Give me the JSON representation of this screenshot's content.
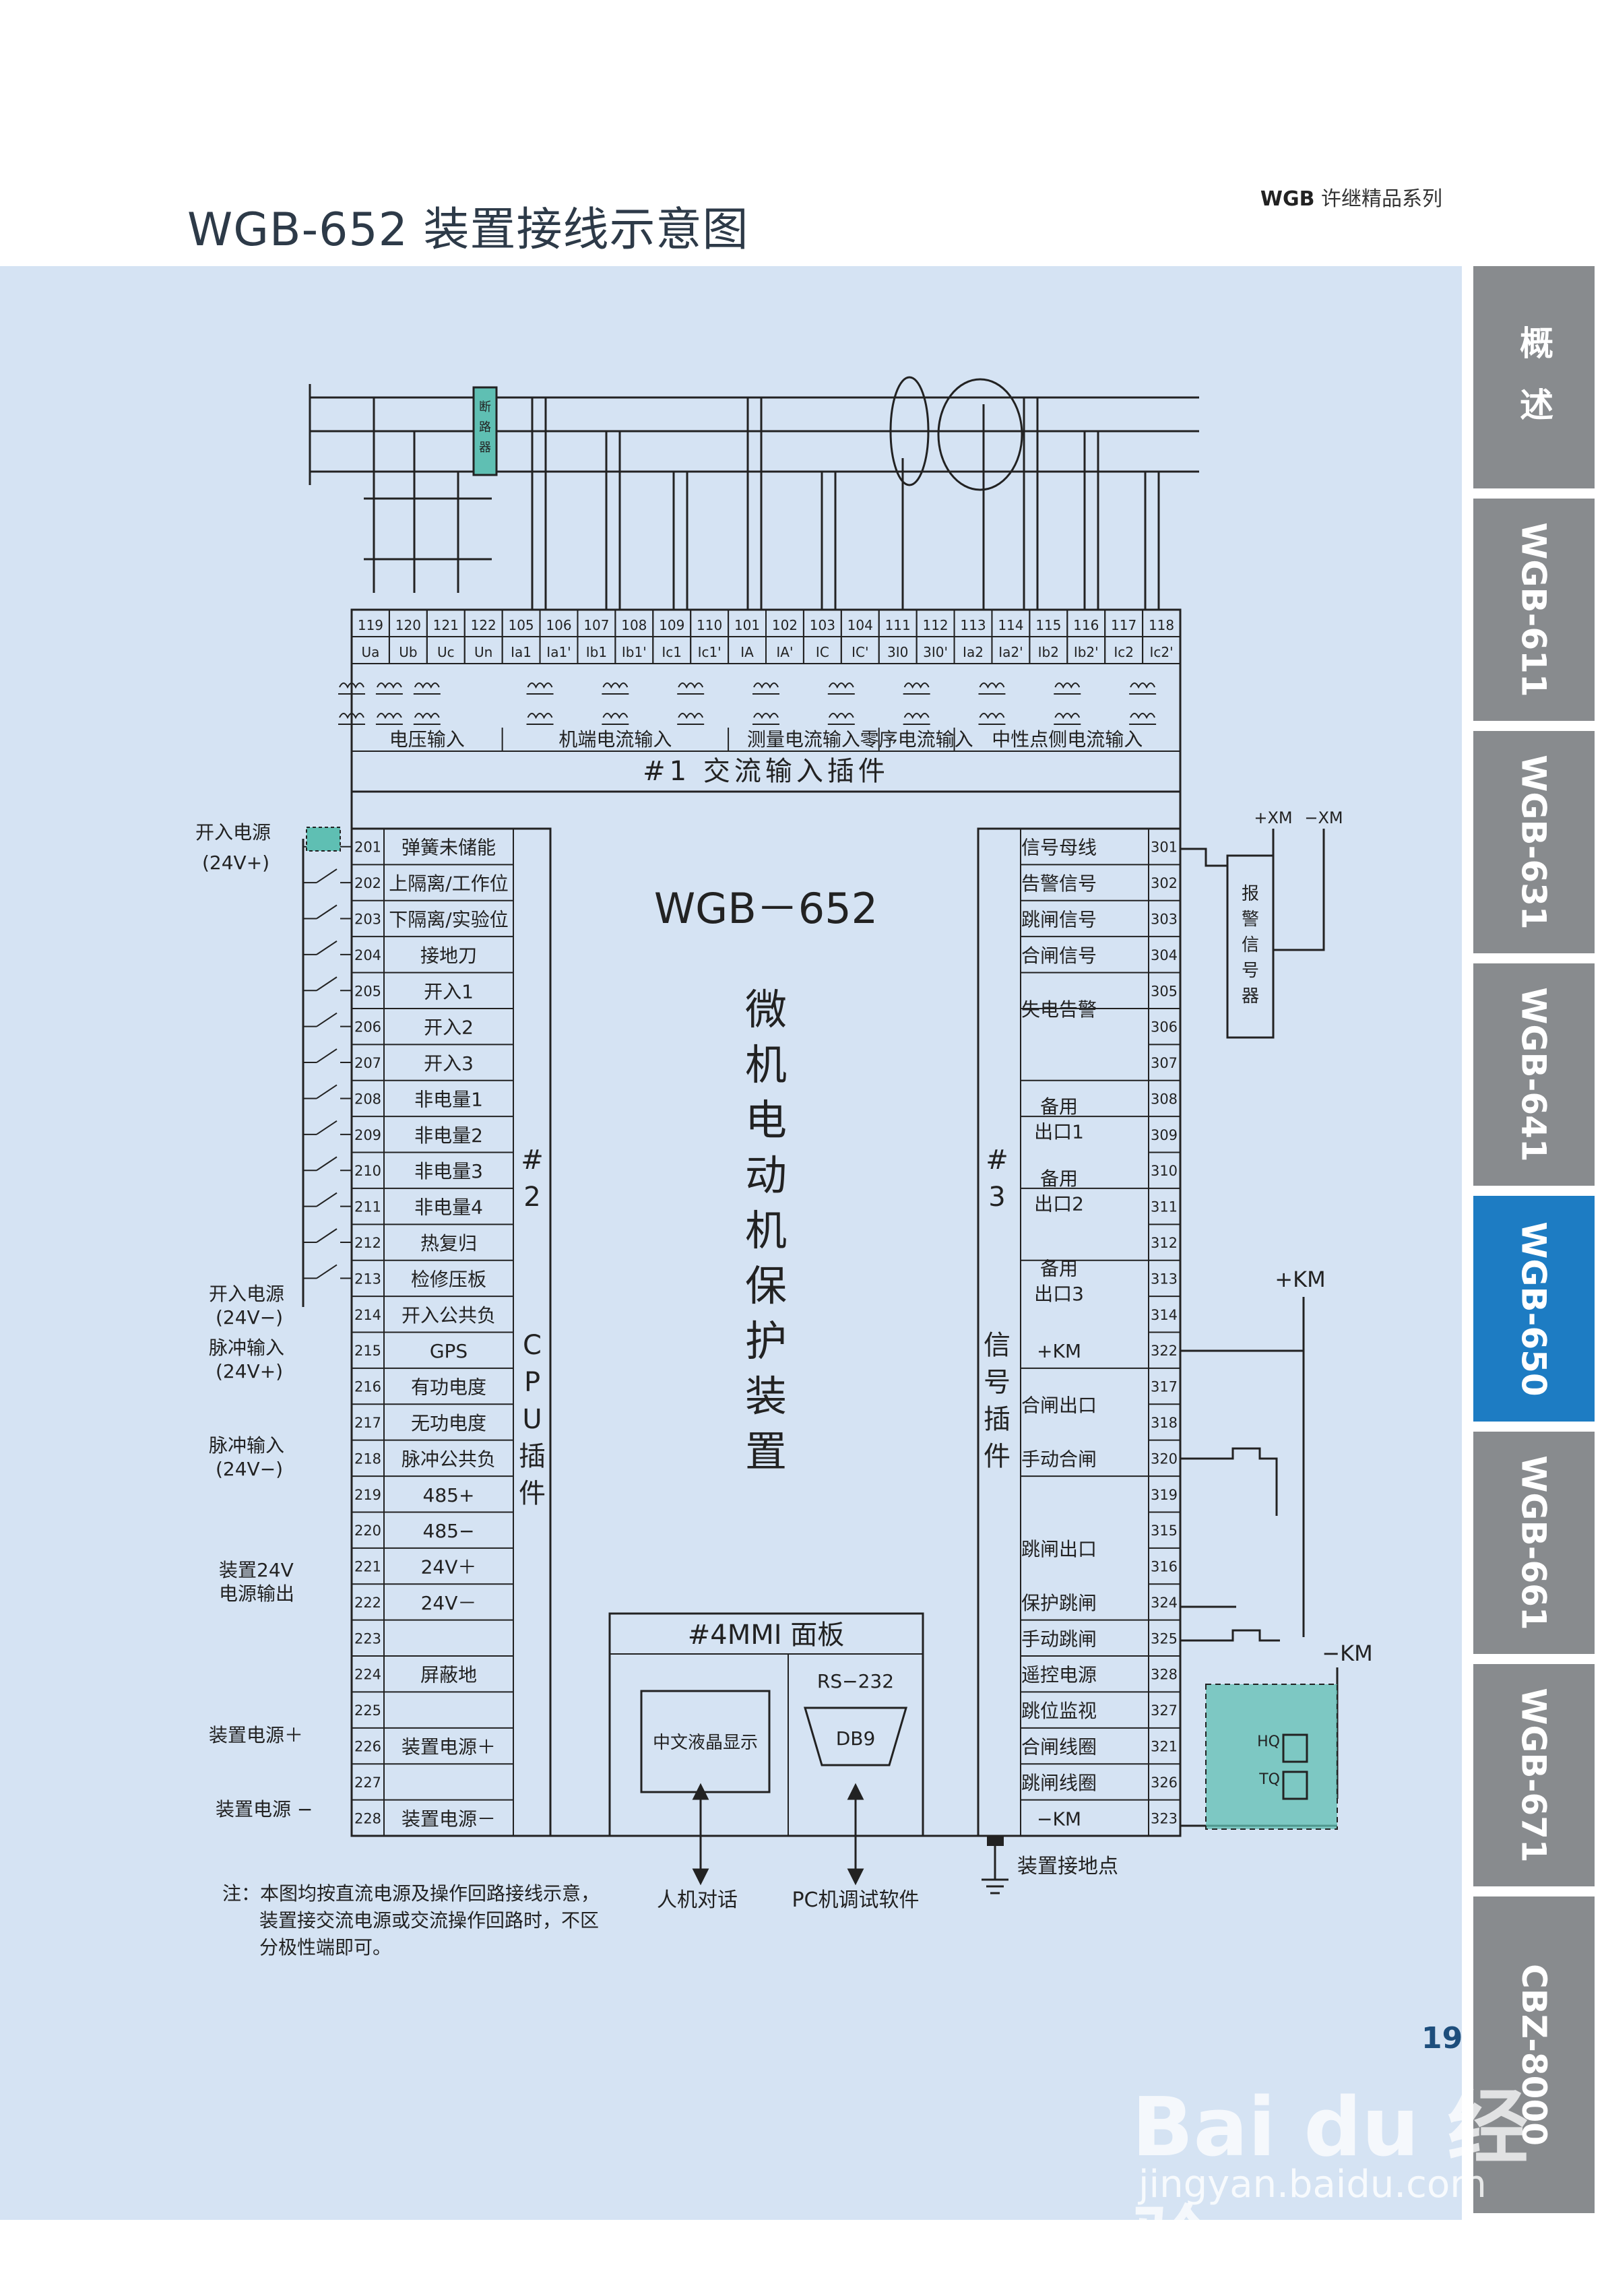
{
  "header": {
    "series_brand": "WGB",
    "series_label": "许继精品系列",
    "title": "WGB-652 装置接线示意图"
  },
  "tabs": [
    {
      "label": "概 述",
      "active": false
    },
    {
      "label": "WGB-611",
      "active": false
    },
    {
      "label": "WGB-631",
      "active": false
    },
    {
      "label": "WGB-641",
      "active": false
    },
    {
      "label": "WGB-650",
      "active": true
    },
    {
      "label": "WGB-661",
      "active": false
    },
    {
      "label": "WGB-671",
      "active": false
    },
    {
      "label": "CBZ-8000",
      "active": false
    }
  ],
  "colors": {
    "panel_bg": "#d5e3f3",
    "tab_gray": "#888b8e",
    "tab_active": "#1d7cc3",
    "teal": "#5fbfb3",
    "line": "#222222"
  },
  "diagram": {
    "breaker_label": "断路器",
    "top_terminals": [
      {
        "num": "119",
        "sig": "Ua"
      },
      {
        "num": "120",
        "sig": "Ub"
      },
      {
        "num": "121",
        "sig": "Uc"
      },
      {
        "num": "122",
        "sig": "Un"
      },
      {
        "num": "105",
        "sig": "Ia1"
      },
      {
        "num": "106",
        "sig": "Ia1'"
      },
      {
        "num": "107",
        "sig": "Ib1"
      },
      {
        "num": "108",
        "sig": "Ib1'"
      },
      {
        "num": "109",
        "sig": "Ic1"
      },
      {
        "num": "110",
        "sig": "Ic1'"
      },
      {
        "num": "101",
        "sig": "IA"
      },
      {
        "num": "102",
        "sig": "IA'"
      },
      {
        "num": "103",
        "sig": "IC"
      },
      {
        "num": "104",
        "sig": "IC'"
      },
      {
        "num": "111",
        "sig": "3I0"
      },
      {
        "num": "112",
        "sig": "3I0'"
      },
      {
        "num": "113",
        "sig": "Ia2"
      },
      {
        "num": "114",
        "sig": "Ia2'"
      },
      {
        "num": "115",
        "sig": "Ib2"
      },
      {
        "num": "116",
        "sig": "Ib2'"
      },
      {
        "num": "117",
        "sig": "Ic2"
      },
      {
        "num": "118",
        "sig": "Ic2'"
      }
    ],
    "input_groups": [
      "电压输入",
      "机端电流输入",
      "测量电流输入",
      "零序电流输入",
      "中性点侧电流输入"
    ],
    "plugin1_label": "#1 交流输入插件",
    "device_model": "WGB－652",
    "device_name": "微机电动机保护装置",
    "plugin2_label": "#2 CPU插件",
    "plugin3_label": "#3 信号插件",
    "left_terminals": [
      {
        "num": "201",
        "label": "弹簧未储能"
      },
      {
        "num": "202",
        "label": "上隔离/工作位"
      },
      {
        "num": "203",
        "label": "下隔离/实验位"
      },
      {
        "num": "204",
        "label": "接地刀"
      },
      {
        "num": "205",
        "label": "开入1"
      },
      {
        "num": "206",
        "label": "开入2"
      },
      {
        "num": "207",
        "label": "开入3"
      },
      {
        "num": "208",
        "label": "非电量1"
      },
      {
        "num": "209",
        "label": "非电量2"
      },
      {
        "num": "210",
        "label": "非电量3"
      },
      {
        "num": "211",
        "label": "非电量4"
      },
      {
        "num": "212",
        "label": "热复归"
      },
      {
        "num": "213",
        "label": "检修压板"
      },
      {
        "num": "214",
        "label": "开入公共负"
      },
      {
        "num": "215",
        "label": "GPS"
      },
      {
        "num": "216",
        "label": "有功电度"
      },
      {
        "num": "217",
        "label": "无功电度"
      },
      {
        "num": "218",
        "label": "脉冲公共负"
      },
      {
        "num": "219",
        "label": "485+"
      },
      {
        "num": "220",
        "label": "485−"
      },
      {
        "num": "221",
        "label": "24V＋"
      },
      {
        "num": "222",
        "label": "24V－"
      },
      {
        "num": "223",
        "label": ""
      },
      {
        "num": "224",
        "label": "屏蔽地"
      },
      {
        "num": "225",
        "label": ""
      },
      {
        "num": "226",
        "label": "装置电源＋"
      },
      {
        "num": "227",
        "label": ""
      },
      {
        "num": "228",
        "label": "装置电源－"
      }
    ],
    "right_terminals": [
      "301",
      "302",
      "303",
      "304",
      "305",
      "306",
      "307",
      "308",
      "309",
      "310",
      "311",
      "312",
      "313",
      "314",
      "322",
      "317",
      "318",
      "320",
      "319",
      "315",
      "316",
      "324",
      "325",
      "328",
      "327",
      "321",
      "326",
      "323"
    ],
    "right_labels": [
      {
        "text": "信号母线",
        "row": 0
      },
      {
        "text": "告警信号",
        "row": 1
      },
      {
        "text": "跳闸信号",
        "row": 2
      },
      {
        "text": "合闸信号",
        "row": 3
      },
      {
        "text": "失电告警",
        "row": 4.5
      },
      {
        "text": "备用",
        "row": 7.2
      },
      {
        "text": "出口1",
        "row": 7.9
      },
      {
        "text": "备用",
        "row": 9.2
      },
      {
        "text": "出口2",
        "row": 9.9
      },
      {
        "text": "备用",
        "row": 11.7
      },
      {
        "text": "出口3",
        "row": 12.4
      },
      {
        "text": "+KM",
        "row": 14
      },
      {
        "text": "合闸出口",
        "row": 15.5
      },
      {
        "text": "手动合闸",
        "row": 17
      },
      {
        "text": "跳闸出口",
        "row": 19.5
      },
      {
        "text": "保护跳闸",
        "row": 21
      },
      {
        "text": "手动跳闸",
        "row": 22
      },
      {
        "text": "遥控电源",
        "row": 23
      },
      {
        "text": "跳位监视",
        "row": 24
      },
      {
        "text": "合闸线圈",
        "row": 25
      },
      {
        "text": "跳闸线圈",
        "row": 26
      },
      {
        "text": "−KM",
        "row": 27
      }
    ],
    "left_annotations": [
      "开入电源",
      "(24V+)",
      "开入电源",
      "(24V−)",
      "脉冲输入",
      "(24V+)",
      "脉冲输入",
      "(24V−)",
      "装置24V",
      "电源输出",
      "装置电源＋",
      "装置电源 −"
    ],
    "alarm_labels": {
      "plus": "+XM",
      "minus": "−XM",
      "box": "报警信号器"
    },
    "km_labels": {
      "plus": "+KM",
      "minus": "−KM",
      "hq": "HQ",
      "tq": "TQ"
    },
    "mmi": {
      "title": "#4MMI 面板",
      "lcd": "中文液晶显示",
      "rs232": "RS−232",
      "db9": "DB9",
      "hmi": "人机对话",
      "pc": "PC机调试软件"
    },
    "ground_label": "装置接地点",
    "note": [
      "注：本图均按直流电源及操作回路接线示意，",
      "装置接交流电源或交流操作回路时，不区",
      "分极性端即可。"
    ]
  },
  "page_number": "19",
  "watermark": {
    "text": "Bai du 经验",
    "url": "jingyan.baidu.com"
  }
}
